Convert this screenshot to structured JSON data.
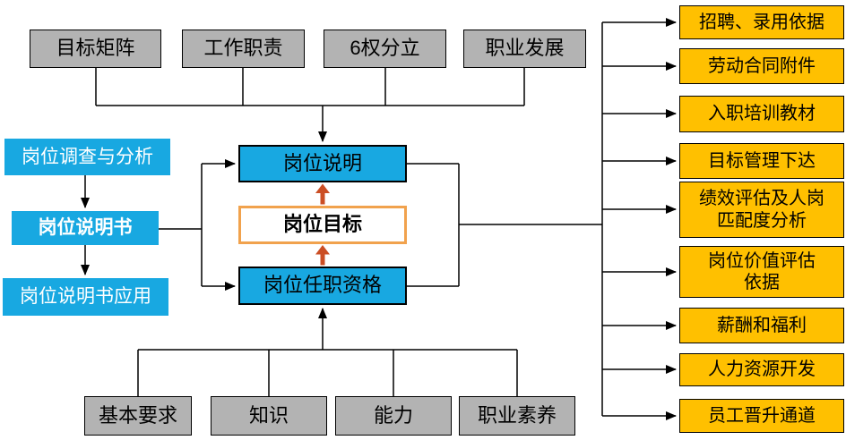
{
  "colors": {
    "blue": "#18A8E1",
    "yellow": "#FFC000",
    "gray": "#B3B3B3",
    "orange": "#F1A24D",
    "red": "#CB4E24"
  },
  "top_row": {
    "items": [
      {
        "label": "目标矩阵"
      },
      {
        "label": "工作职责"
      },
      {
        "label": "6权分立"
      },
      {
        "label": "职业发展"
      }
    ]
  },
  "left_flow": {
    "survey": "岗位调查与分析",
    "manual": "岗位说明书",
    "application": "岗位说明书应用"
  },
  "core": {
    "description": "岗位说明",
    "objective": "岗位目标",
    "qualification": "岗位任职资格"
  },
  "bottom_row": {
    "items": [
      {
        "label": "基本要求"
      },
      {
        "label": "知识"
      },
      {
        "label": "能力"
      },
      {
        "label": "职业素养"
      }
    ]
  },
  "outputs": {
    "items": [
      {
        "label": "招聘、录用依据"
      },
      {
        "label": "劳动合同附件"
      },
      {
        "label": "入职培训教材"
      },
      {
        "label": "目标管理下达"
      },
      {
        "label": "绩效评估及人岗\n匹配度分析"
      },
      {
        "label": "岗位价值评估\n依据"
      },
      {
        "label": "薪酬和福利"
      },
      {
        "label": "人力资源开发"
      },
      {
        "label": "员工晋升通道"
      }
    ]
  }
}
